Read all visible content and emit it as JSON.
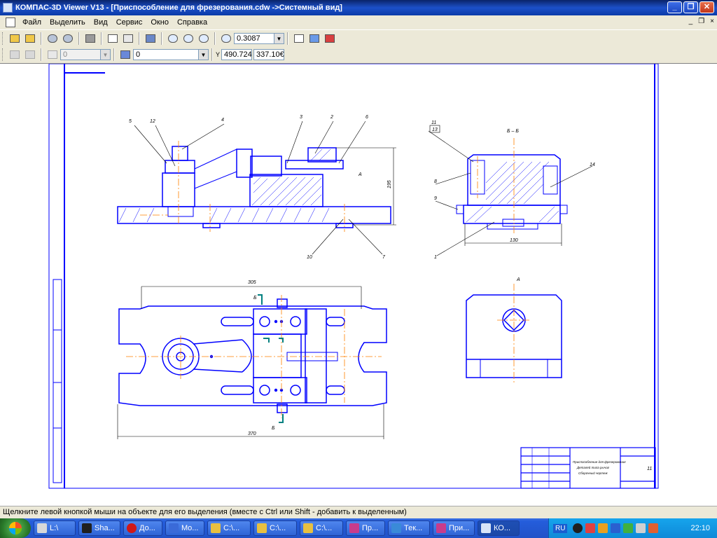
{
  "window": {
    "title": "КОМПАС-3D Viewer V13 - [Приспособление для фрезерования.cdw ->Системный вид]",
    "controls": {
      "minimize": "_",
      "restore": "❐",
      "close": "✕"
    }
  },
  "menu": {
    "items": [
      "Файл",
      "Выделить",
      "Вид",
      "Сервис",
      "Окно",
      "Справка"
    ],
    "mdi_controls": [
      "_",
      "❐",
      "×"
    ]
  },
  "toolbar1": {
    "zoom_value": "0.3087"
  },
  "toolbar2": {
    "layer_value": "0",
    "style_value": "0",
    "coord_label": "Y",
    "coord_x": "490.724",
    "coord_y": "337.10€"
  },
  "drawing": {
    "line_color": "#0000ff",
    "axis_color": "#ff8000",
    "front_view": {
      "leaders": [
        "5",
        "12",
        "4",
        "3",
        "2",
        "6",
        "10",
        "7"
      ],
      "height_dim": "195",
      "arrow_ref": "А"
    },
    "section_view": {
      "title": "Б – Б",
      "leaders": [
        "11",
        "13",
        "8",
        "9",
        "14",
        "1"
      ],
      "width_dim": "130"
    },
    "top_view": {
      "dim_top": "305",
      "dim_bottom": "370",
      "cut_top": "Б",
      "cut_bottom": "Б"
    },
    "aux_view": {
      "title": "А"
    },
    "title_block": {
      "name_line1": "Приспособление для фрезерования",
      "name_line2": "Деталей типа рычаг",
      "name_line3": "Сборочный чертеж",
      "sheet_number": "11"
    }
  },
  "status_bar": {
    "text": "Щелкните левой кнопкой мыши на объекте для его выделения (вместе с Ctrl или Shift - добавить к выделенным)"
  },
  "taskbar": {
    "items": [
      {
        "label": "L:\\",
        "color": "#d8d8d8"
      },
      {
        "label": "Sha...",
        "color": "#202020"
      },
      {
        "label": "До...",
        "color": "#d01818"
      },
      {
        "label": "Mo...",
        "color": "#3a6ad8"
      },
      {
        "label": "C:\\...",
        "color": "#e8c040"
      },
      {
        "label": "C:\\...",
        "color": "#e8c040"
      },
      {
        "label": "C:\\...",
        "color": "#e8c040"
      },
      {
        "label": "Пр...",
        "color": "#c83c8c"
      },
      {
        "label": "Тек...",
        "color": "#3a8ad8"
      },
      {
        "label": "При...",
        "color": "#c83c8c"
      },
      {
        "label": "КО...",
        "color": "#d8e4f8"
      }
    ],
    "language": "RU",
    "clock": "22:10"
  }
}
